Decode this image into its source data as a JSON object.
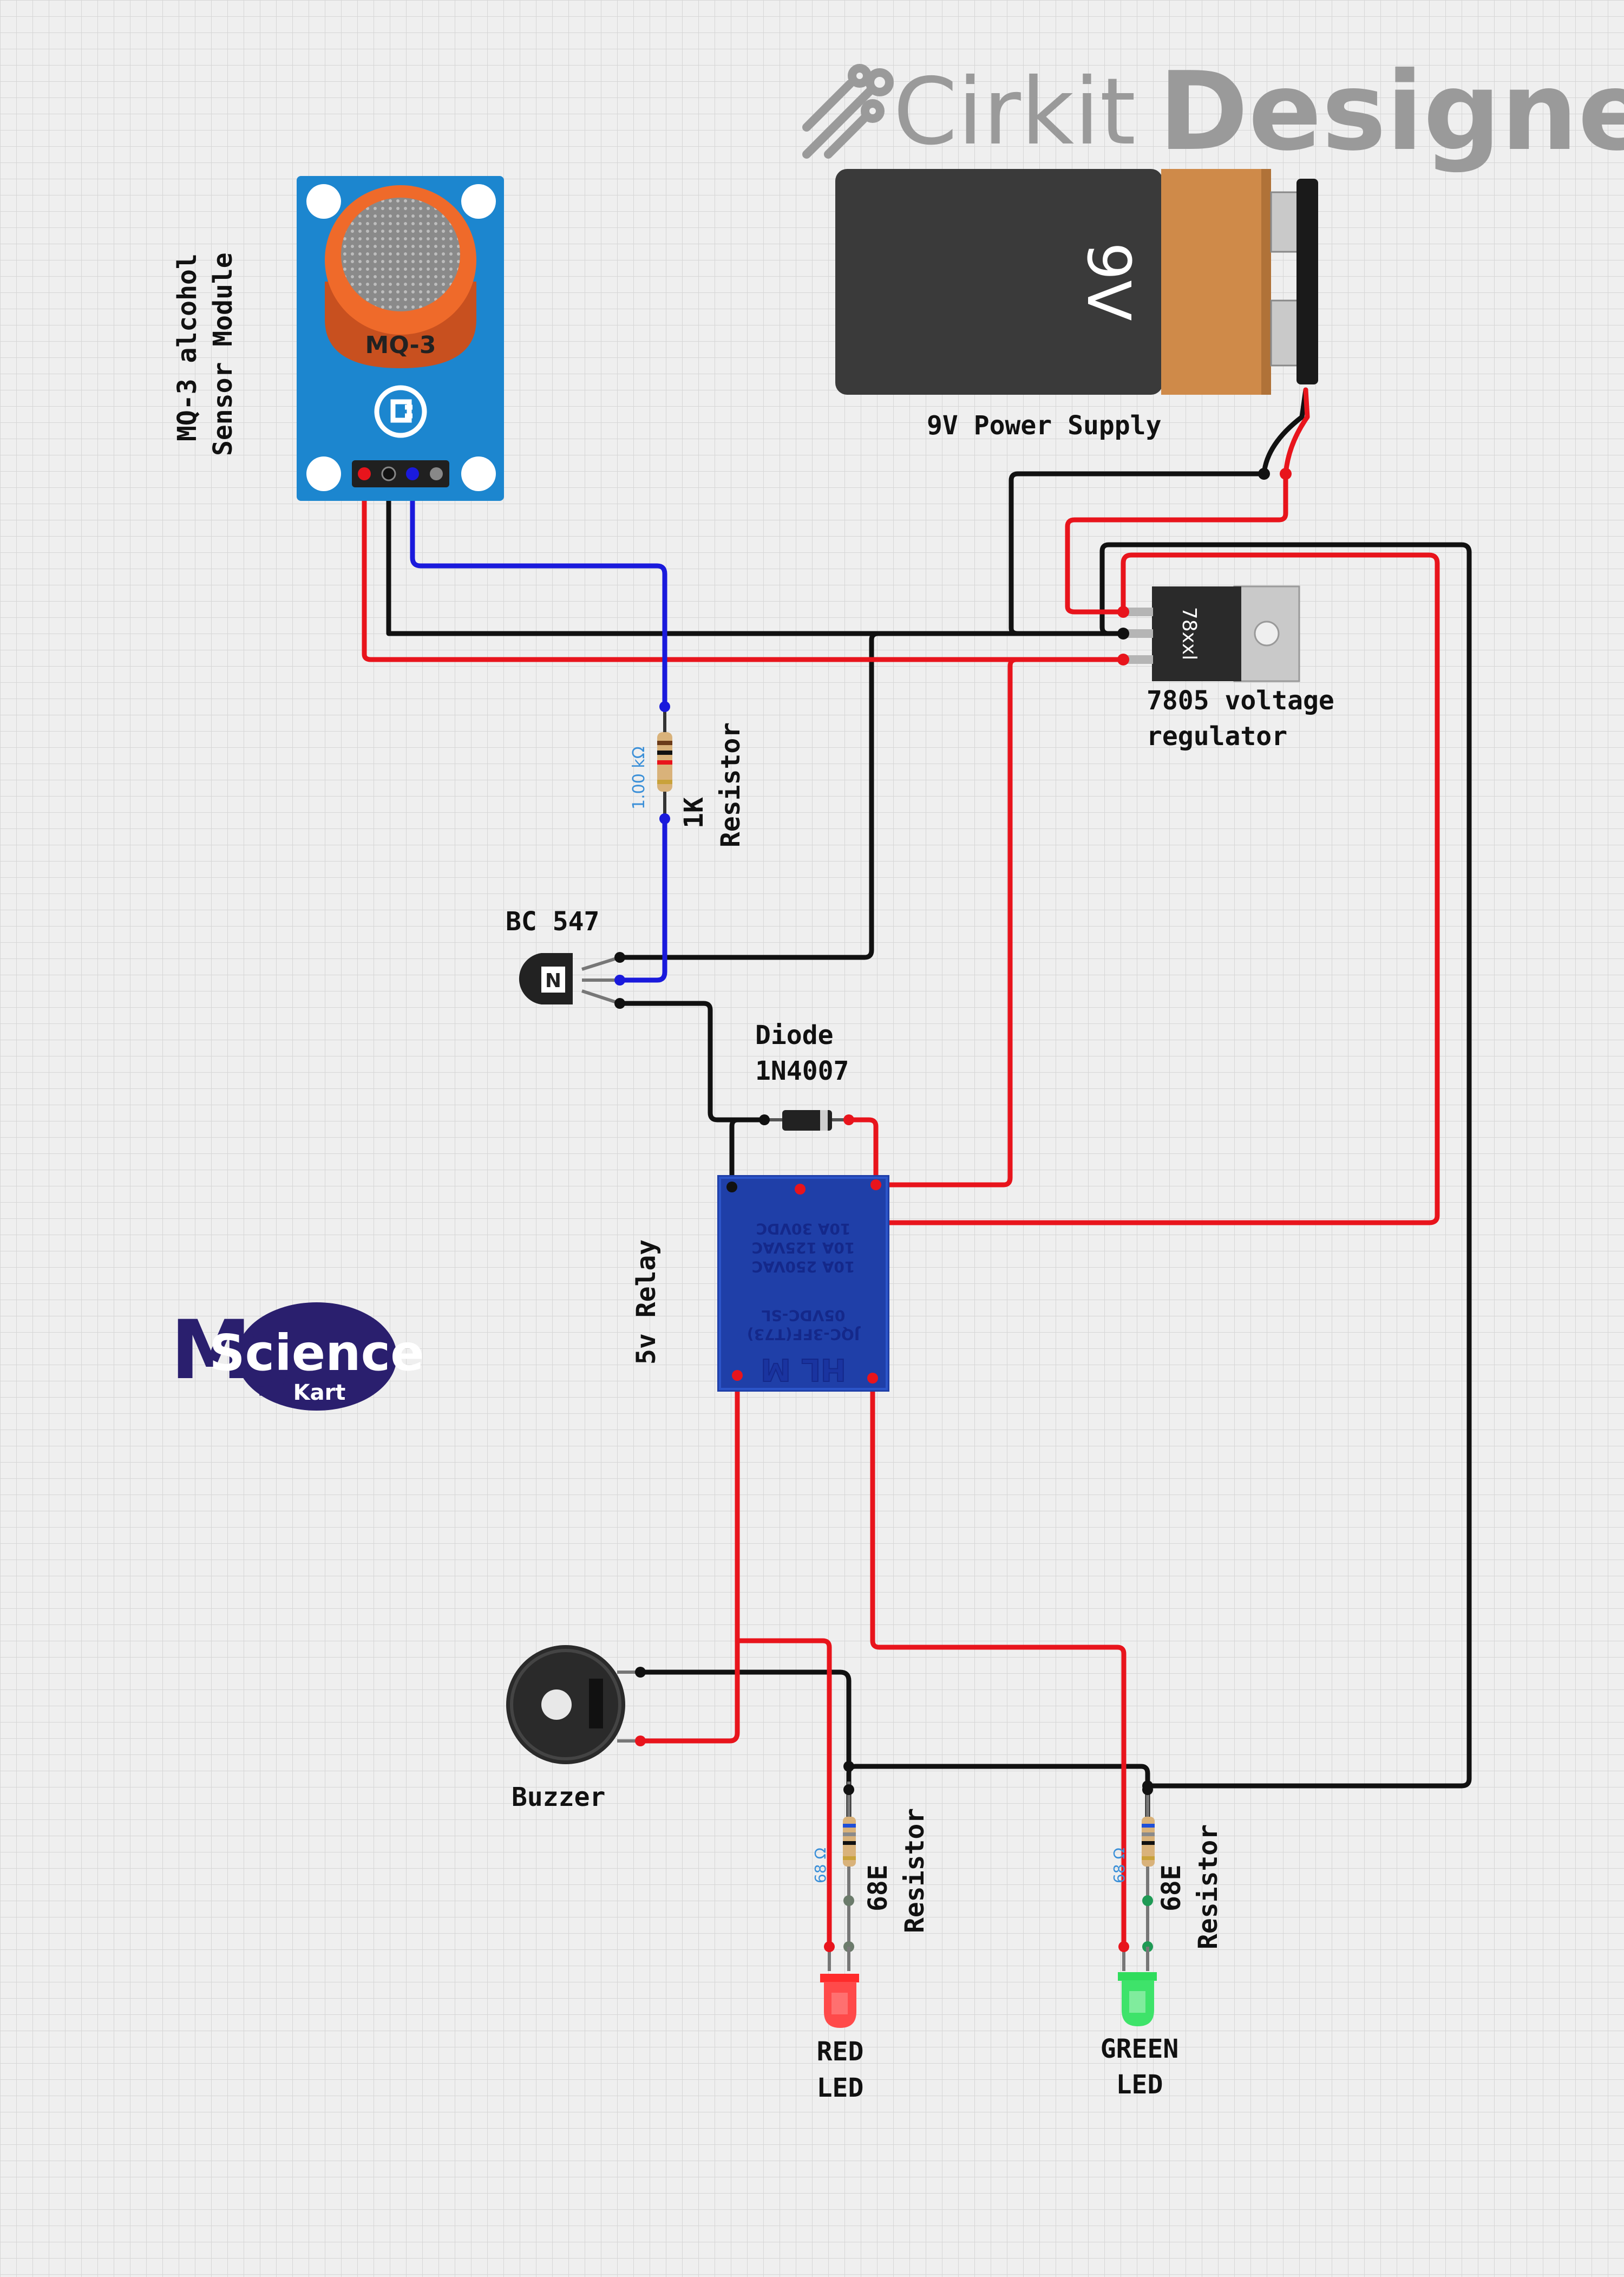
{
  "watermark": {
    "brand": "Cirkit",
    "product": "Designer"
  },
  "components": {
    "mq3": {
      "label_line1": "MQ-3 alcohol",
      "label_line2": "Sensor Module",
      "chip_text": "MQ-3"
    },
    "battery": {
      "label": "9V Power Supply",
      "body_text": "9V"
    },
    "regulator": {
      "label_line1": "7805 voltage",
      "label_line2": "regulator",
      "chip_text": "78xxl"
    },
    "resistor_1k": {
      "value_text": "1.00 kΩ",
      "label_line1": "1K",
      "label_line2": "Resistor"
    },
    "transistor": {
      "label": "BC 547",
      "mark": "N"
    },
    "diode": {
      "label_line1": "Diode",
      "label_line2": "1N4007"
    },
    "relay": {
      "label": "5v Relay",
      "text_line1": "HL M",
      "text_line2": "JQC-3FF(T73)",
      "text_line3": "05VDC-SL",
      "text_line4": "10A 250VAC",
      "text_line5": "10A 125VAC",
      "text_line6": "10A 30VDC"
    },
    "buzzer": {
      "label": "Buzzer"
    },
    "resistor_red": {
      "value_text": "68 Ω",
      "label_line1": "68E",
      "label_line2": "Resistor"
    },
    "resistor_green": {
      "value_text": "68 Ω",
      "label_line1": "68E",
      "label_line2": "Resistor"
    },
    "red_led": {
      "label_line1": "RED",
      "label_line2": "LED"
    },
    "green_led": {
      "label_line1": "GREEN",
      "label_line2": "LED"
    }
  },
  "logo": {
    "my": "My",
    "science": "Science",
    "kart": "Kart"
  },
  "colors": {
    "wire_red": "#e8141c",
    "wire_black": "#111111",
    "wire_blue": "#1a1adc",
    "grid_bg": "#efefef",
    "grid_line": "#d3d3d3",
    "module_blue": "#1c86cf",
    "relay_blue": "#1f3fa8",
    "battery_orange": "#cf8a49",
    "led_red": "#ff2b2b",
    "led_green": "#2fdc5c"
  }
}
